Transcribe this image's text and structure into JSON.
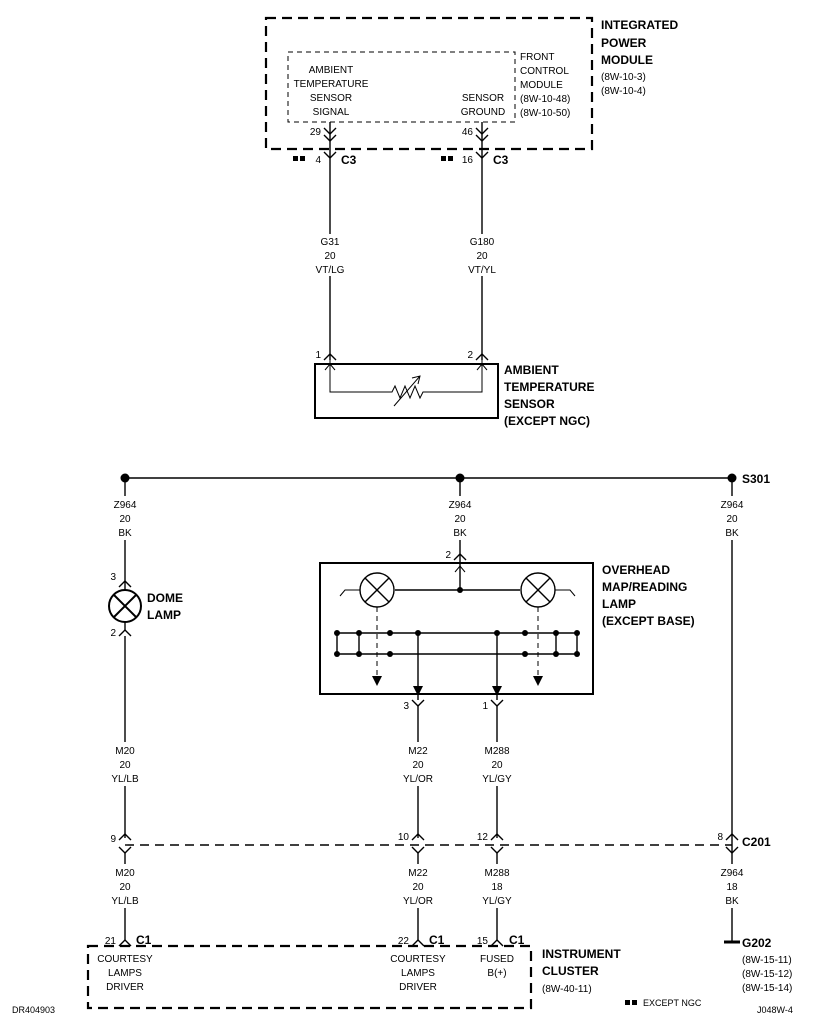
{
  "ipm": {
    "title": [
      "INTEGRATED",
      "POWER",
      "MODULE"
    ],
    "refs": [
      "(8W-10-3)",
      "(8W-10-4)"
    ],
    "fcm_title": [
      "FRONT",
      "CONTROL",
      "MODULE"
    ],
    "fcm_refs": [
      "(8W-10-48)",
      "(8W-10-50)"
    ],
    "signal_label": [
      "AMBIENT",
      "TEMPERATURE",
      "SENSOR",
      "SIGNAL"
    ],
    "ground_label": [
      "SENSOR",
      "GROUND"
    ],
    "pins": {
      "fcm_signal": "29",
      "fcm_ground": "46",
      "c3_signal": "4",
      "c3_ground": "16"
    },
    "connector": "C3"
  },
  "wires_top": [
    {
      "circuit": "G31",
      "gauge": "20",
      "color": "VT/LG"
    },
    {
      "circuit": "G180",
      "gauge": "20",
      "color": "VT/YL"
    }
  ],
  "ambient_sensor": {
    "pins": [
      "1",
      "2"
    ],
    "label": [
      "AMBIENT",
      "TEMPERATURE",
      "SENSOR",
      "(EXCEPT NGC)"
    ]
  },
  "splice": {
    "label": "S301"
  },
  "wires_z964": [
    {
      "circuit": "Z964",
      "gauge": "20",
      "color": "BK"
    },
    {
      "circuit": "Z964",
      "gauge": "20",
      "color": "BK"
    },
    {
      "circuit": "Z964",
      "gauge": "20",
      "color": "BK"
    }
  ],
  "dome_lamp": {
    "label": [
      "DOME",
      "LAMP"
    ],
    "pin_top": "3",
    "pin_bottom": "2"
  },
  "overhead_lamp": {
    "label": [
      "OVERHEAD",
      "MAP/READING",
      "LAMP",
      "(EXCEPT BASE)"
    ],
    "pin_top": "2",
    "pin_left": "3",
    "pin_right": "1"
  },
  "wires_mid": [
    {
      "circuit": "M20",
      "gauge": "20",
      "color": "YL/LB"
    },
    {
      "circuit": "M22",
      "gauge": "20",
      "color": "YL/OR"
    },
    {
      "circuit": "M288",
      "gauge": "20",
      "color": "YL/GY"
    }
  ],
  "c201": {
    "label": "C201",
    "pins": [
      "9",
      "10",
      "12",
      "8"
    ]
  },
  "wires_low": [
    {
      "circuit": "M20",
      "gauge": "20",
      "color": "YL/LB"
    },
    {
      "circuit": "M22",
      "gauge": "20",
      "color": "YL/OR"
    },
    {
      "circuit": "M288",
      "gauge": "18",
      "color": "YL/GY"
    },
    {
      "circuit": "Z964",
      "gauge": "18",
      "color": "BK"
    }
  ],
  "cluster": {
    "title": [
      "INSTRUMENT",
      "CLUSTER"
    ],
    "ref": "(8W-40-11)",
    "connector": "C1",
    "pins": [
      "21",
      "22",
      "15"
    ],
    "drivers": [
      [
        "COURTESY",
        "LAMPS",
        "DRIVER"
      ],
      [
        "COURTESY",
        "LAMPS",
        "DRIVER"
      ],
      [
        "FUSED",
        "B(+)"
      ]
    ]
  },
  "ground": {
    "label": "G202",
    "refs": [
      "(8W-15-11)",
      "(8W-15-12)",
      "(8W-15-14)"
    ]
  },
  "footer": {
    "left_code": "DR404903",
    "legend": "EXCEPT NGC",
    "right_code": "J048W-4"
  }
}
